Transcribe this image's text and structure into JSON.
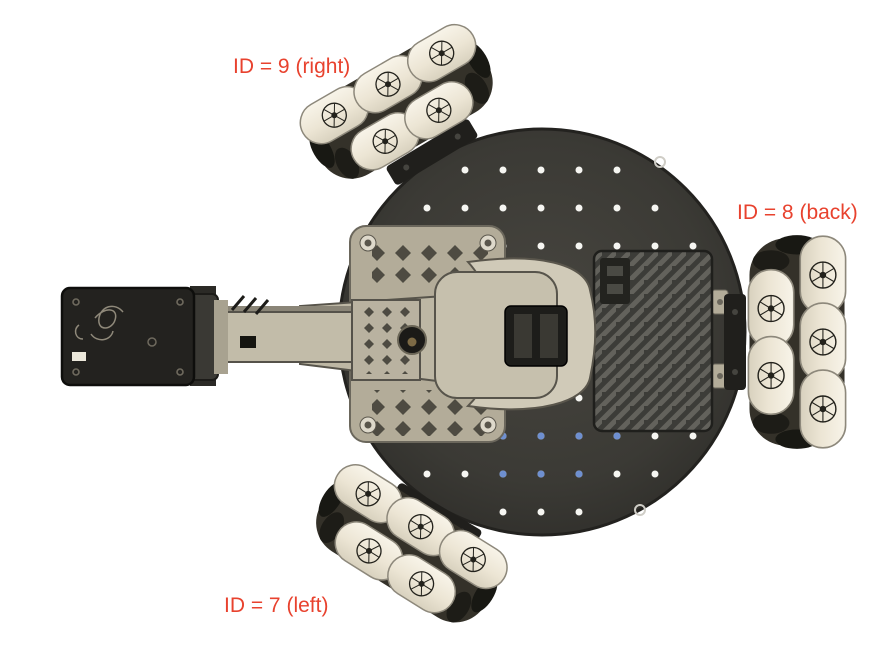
{
  "figure": {
    "kind": "robot-top-view-annotated"
  },
  "labels": {
    "id9": "ID = 9 (right)",
    "id8": "ID = 8 (back)",
    "id7": "ID = 7 (left)"
  },
  "colors": {
    "label": "#e8422e",
    "background": "#ffffff",
    "plate_dark": "#3b3a35",
    "plate_dot": "#f6f6f2",
    "blue_dot": "#6e8fd0",
    "roller_cream": "#efe9db",
    "tan_part": "#c2bca9",
    "dark_part": "#23221f"
  }
}
